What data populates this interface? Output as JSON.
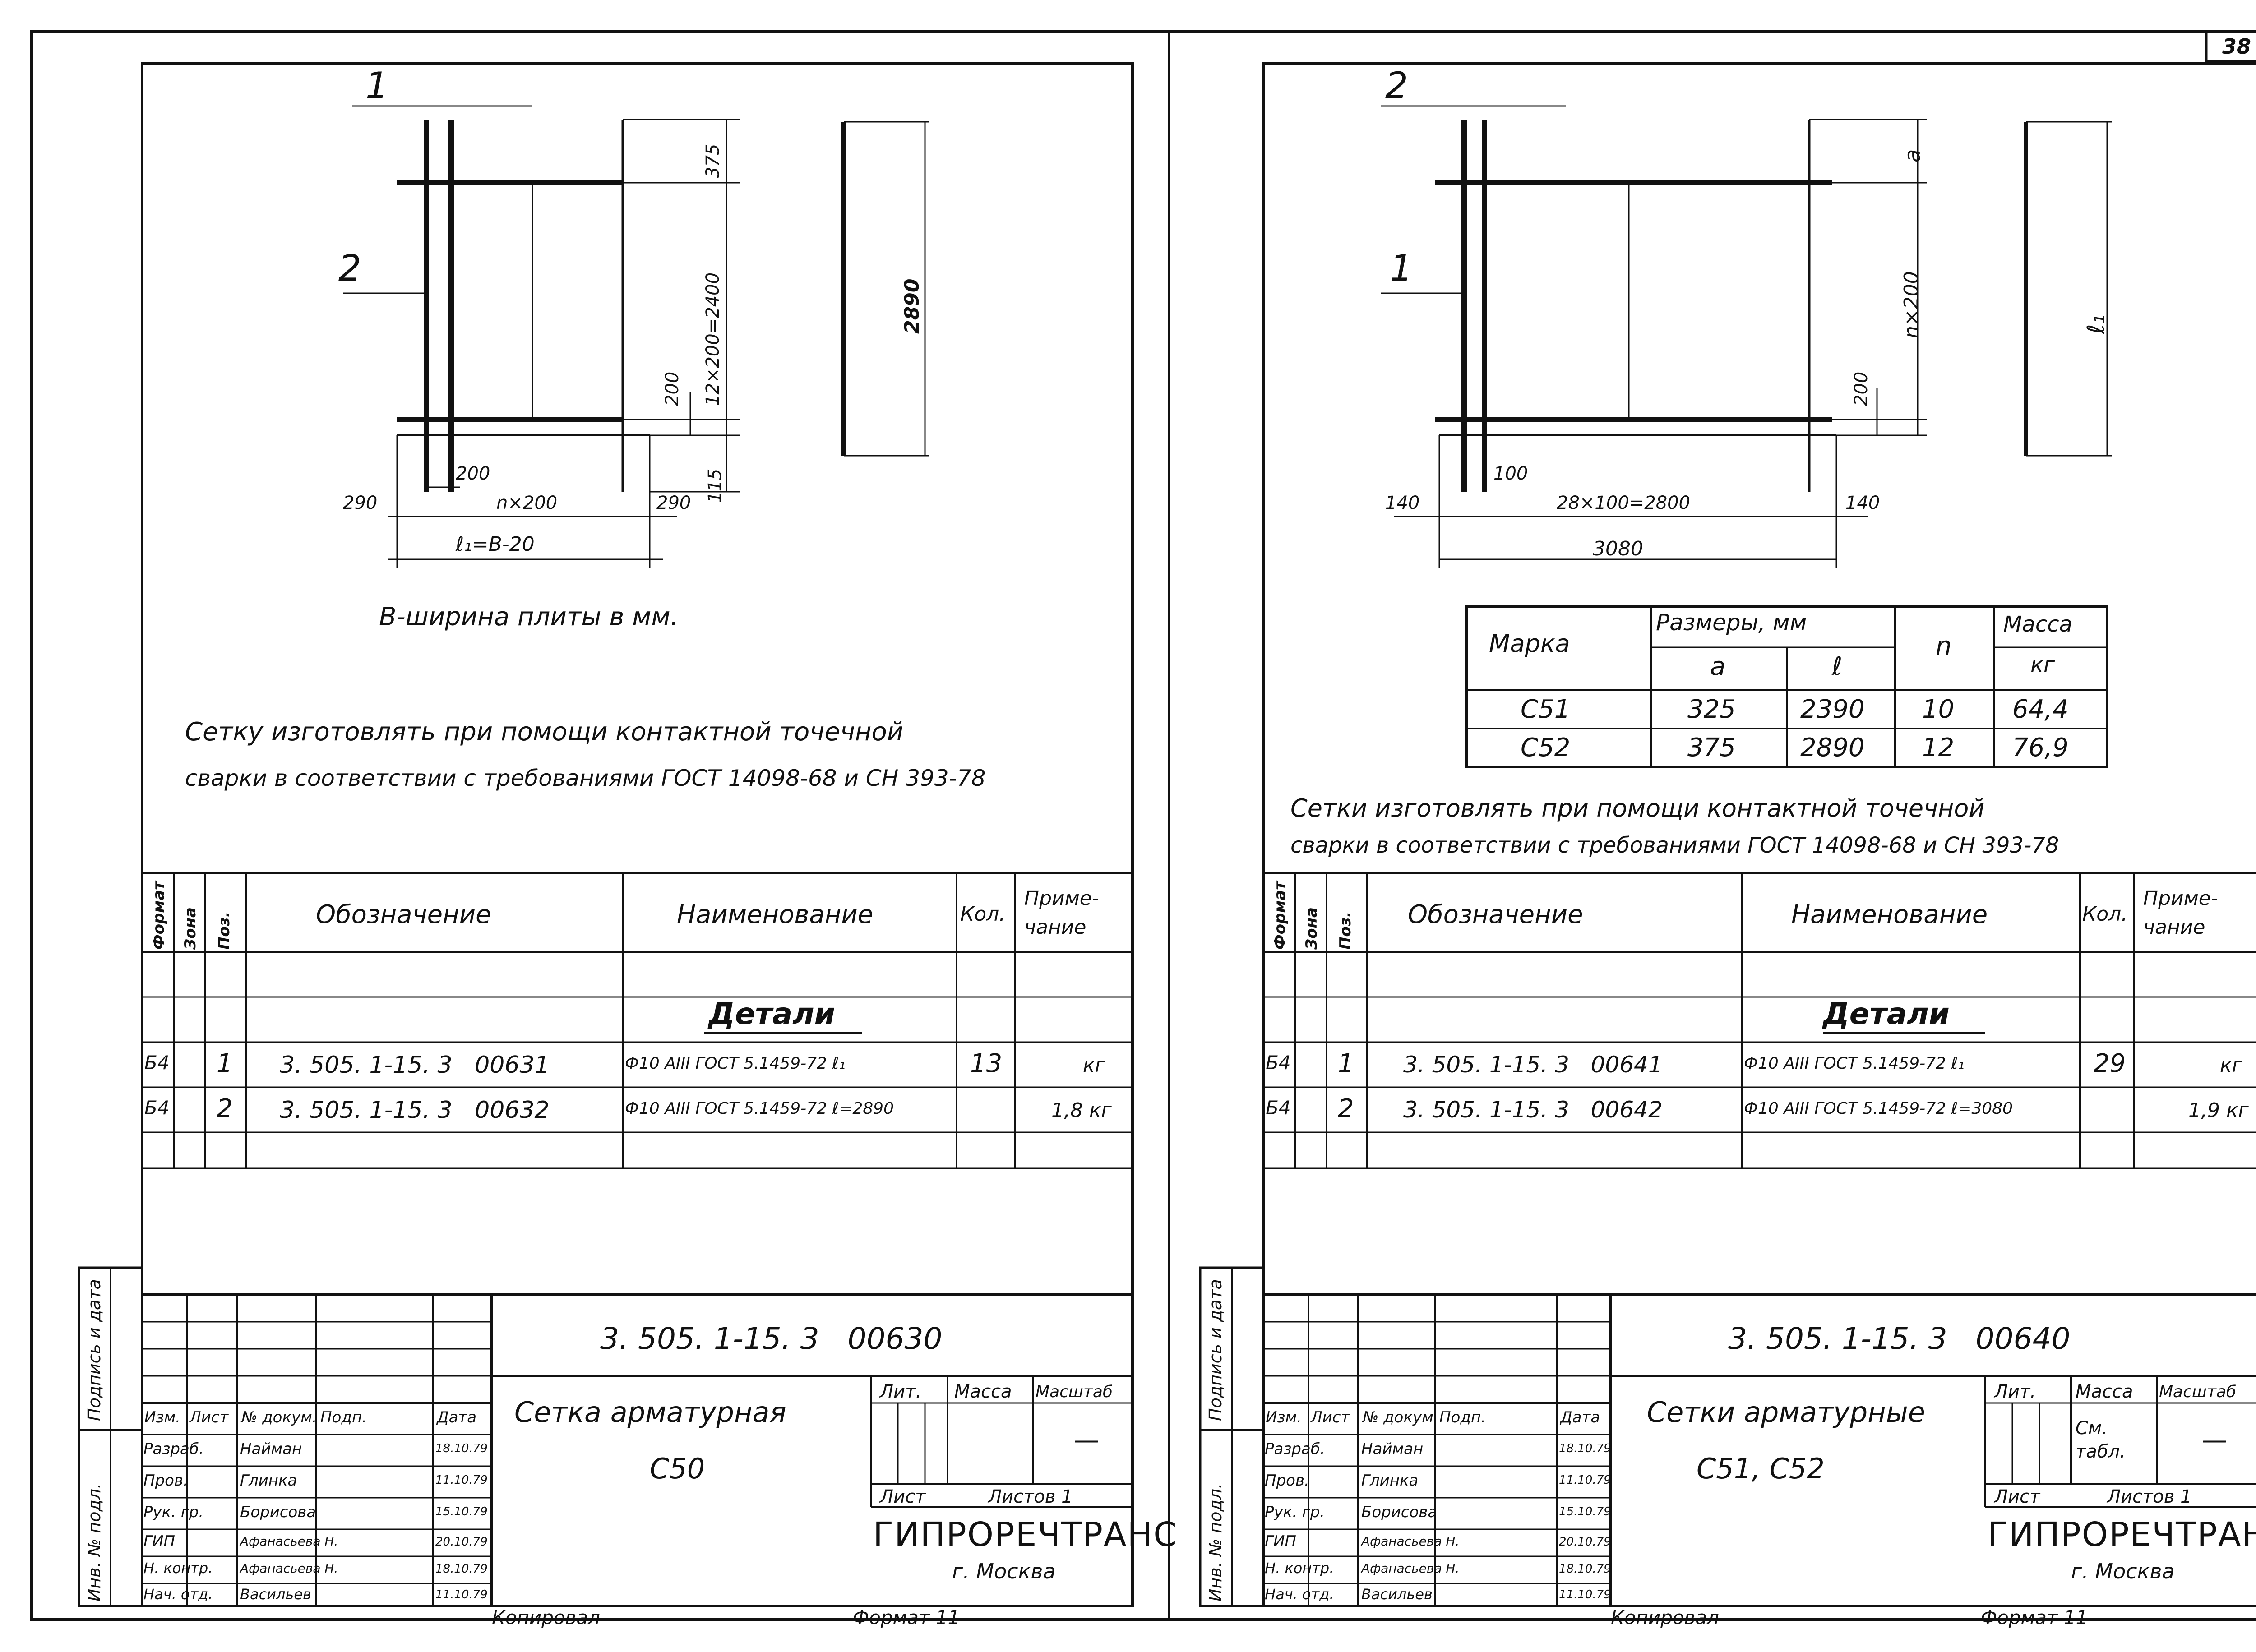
{
  "page_number": "38",
  "sheets": [
    {
      "dims": {
        "top_label": "1",
        "mid_label": "2",
        "d375": "375",
        "d12x200": "12×200=2400",
        "d200v": "200",
        "d115": "115",
        "d2890": "2890",
        "d200h": "200",
        "d290l": "290",
        "dn200": "n×200",
        "d290r": "290",
        "dl1": "ℓ₁=В-20"
      },
      "note_width": "В-ширина плиты в мм.",
      "note_line1": "Сетку изготовлять при помощи контактной точечной",
      "note_line2": "сварки в соответствии с требованиями ГОСТ 14098-68 и СН 393-78",
      "spec": {
        "h_format": "Формат",
        "h_zone": "Зона",
        "h_pos": "Поз.",
        "h_designation": "Обозначение",
        "h_name": "Наименование",
        "h_qty": "Кол.",
        "h_note": "Приме-\nчание",
        "section": "Детали",
        "rows": [
          {
            "format": "Б4",
            "pos": "1",
            "designation": "3. 505. 1-15. 3   00631",
            "name": "Ф10 АIII ГОСТ 5.1459-72 ℓ₁",
            "qty": "13",
            "note": "кг"
          },
          {
            "format": "Б4",
            "pos": "2",
            "designation": "3. 505. 1-15. 3   00632",
            "name": "Ф10 АIII ГОСТ 5.1459-72 ℓ=2890",
            "qty": "",
            "note": "1,8 кг"
          }
        ]
      },
      "title_block": {
        "side_label_1": "Подпись и дата",
        "side_label_2": "Инв. № подл.",
        "doc_code": "3. 505. 1-15. 3   00630",
        "h_izm": "Изм.",
        "h_list": "Лист",
        "h_doc": "№ докум.",
        "h_sign": "Подп.",
        "h_date": "Дата",
        "roles": [
          {
            "role": "Разраб.",
            "name": "Найман",
            "date": "18.10.79"
          },
          {
            "role": "Пров.",
            "name": "Глинка",
            "date": "11.10.79"
          },
          {
            "role": "Рук. гр.",
            "name": "Борисова",
            "date": "15.10.79"
          },
          {
            "role": "ГИП",
            "name": "Афанасьева Н.",
            "date": "20.10.79"
          },
          {
            "role": "Н. контр.",
            "name": "Афанасьева Н.",
            "date": "18.10.79"
          },
          {
            "role": "Нач. отд.",
            "name": "Васильев",
            "date": "11.10.79"
          }
        ],
        "title_line1": "Сетка арматурная",
        "title_line2": "С50",
        "h_lit": "Лит.",
        "h_mass": "Масса",
        "h_scale": "Масштаб",
        "mass_value": "",
        "scale_value": "—",
        "h_sheet": "Лист",
        "h_sheets": "Листов 1",
        "org": "ГИПРОРЕЧТРАНС",
        "city": "г. Москва",
        "copied": "Копировал",
        "format": "Формат 11"
      }
    },
    {
      "dims": {
        "top_label": "2",
        "mid_label": "1",
        "da": "a",
        "dn200": "n×200",
        "d200v": "200",
        "dl1": "ℓ₁",
        "d100": "100",
        "d140l": "140",
        "d28x100": "28×100=2800",
        "d140r": "140",
        "d3080": "3080"
      },
      "table": {
        "h_mark": "Марка",
        "h_dims": "Размеры, мм",
        "h_a": "a",
        "h_l": "ℓ",
        "h_n": "n",
        "h_mass": "Масса",
        "h_kg": "кг",
        "rows": [
          {
            "mark": "С51",
            "a": "325",
            "l": "2390",
            "n": "10",
            "mass": "64,4"
          },
          {
            "mark": "С52",
            "a": "375",
            "l": "2890",
            "n": "12",
            "mass": "76,9"
          }
        ]
      },
      "note_line1": "Сетки изготовлять при помощи контактной точечной",
      "note_line2": "сварки в соответствии с требованиями ГОСТ 14098-68 и СН 393-78",
      "spec": {
        "h_format": "Формат",
        "h_zone": "Зона",
        "h_pos": "Поз.",
        "h_designation": "Обозначение",
        "h_name": "Наименование",
        "h_qty": "Кол.",
        "h_note": "Приме-\nчание",
        "section": "Детали",
        "rows": [
          {
            "format": "Б4",
            "pos": "1",
            "designation": "3. 505. 1-15. 3   00641",
            "name": "Ф10 АIII ГОСТ 5.1459-72 ℓ₁",
            "qty": "29",
            "note": "кг"
          },
          {
            "format": "Б4",
            "pos": "2",
            "designation": "3. 505. 1-15. 3   00642",
            "name": "Ф10 АIII ГОСТ 5.1459-72 ℓ=3080",
            "qty": "",
            "note": "1,9 кг"
          }
        ]
      },
      "title_block": {
        "side_label_1": "Подпись и дата",
        "side_label_2": "Инв. № подл.",
        "doc_code": "3. 505. 1-15. 3   00640",
        "h_izm": "Изм.",
        "h_list": "Лист",
        "h_doc": "№ докум.",
        "h_sign": "Подп.",
        "h_date": "Дата",
        "roles": [
          {
            "role": "Разраб.",
            "name": "Найман",
            "date": "18.10.79"
          },
          {
            "role": "Пров.",
            "name": "Глинка",
            "date": "11.10.79"
          },
          {
            "role": "Рук. гр.",
            "name": "Борисова",
            "date": "15.10.79"
          },
          {
            "role": "ГИП",
            "name": "Афанасьева Н.",
            "date": "20.10.79"
          },
          {
            "role": "Н. контр.",
            "name": "Афанасьева Н.",
            "date": "18.10.79"
          },
          {
            "role": "Нач. отд.",
            "name": "Васильев",
            "date": "11.10.79"
          }
        ],
        "title_line1": "Сетки арматурные",
        "title_line2": "С51, С52",
        "h_lit": "Лит.",
        "h_mass": "Масса",
        "h_scale": "Масштаб",
        "mass_value": "См. табл.",
        "scale_value": "—",
        "h_sheet": "Лист",
        "h_sheets": "Листов 1",
        "org": "ГИПРОРЕЧТРАНС",
        "city": "г. Москва",
        "copied": "Копировал",
        "format": "Формат 11"
      }
    }
  ]
}
